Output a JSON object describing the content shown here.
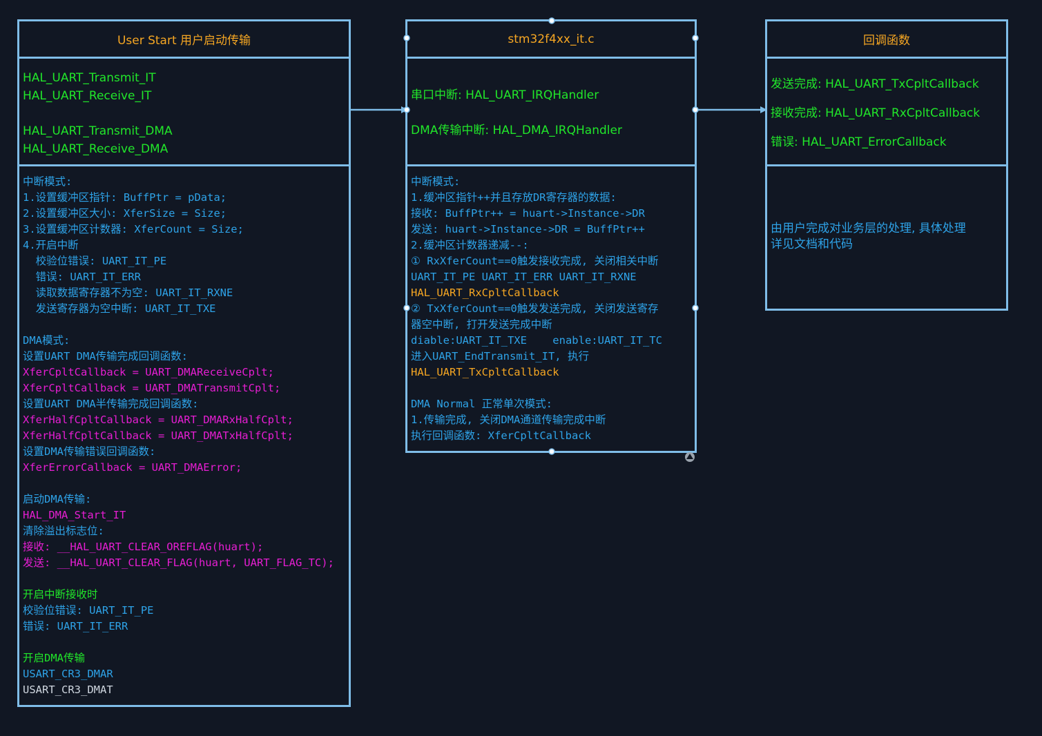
{
  "left": {
    "title": "User Start 用户启动传输",
    "functions": [
      "HAL_UART_Transmit_IT",
      "HAL_UART_Receive_IT",
      "",
      "HAL_UART_Transmit_DMA",
      "HAL_UART_Receive_DMA"
    ],
    "details": [
      {
        "text": "中断模式:",
        "c": "b"
      },
      {
        "text": "1.设置缓冲区指针: BuffPtr = pData;",
        "c": "b"
      },
      {
        "text": "2.设置缓冲区大小: XferSize = Size;",
        "c": "b"
      },
      {
        "text": "3.设置缓冲区计数器: XferCount = Size;",
        "c": "b"
      },
      {
        "text": "4.开启中断",
        "c": "b"
      },
      {
        "text": "  校验位错误: UART_IT_PE",
        "c": "b"
      },
      {
        "text": "  错误: UART_IT_ERR",
        "c": "b"
      },
      {
        "text": "  读取数据寄存器不为空: UART_IT_RXNE",
        "c": "b"
      },
      {
        "text": "  发送寄存器为空中断: UART_IT_TXE",
        "c": "b"
      },
      {
        "text": "",
        "c": "b"
      },
      {
        "text": "DMA模式:",
        "c": "b"
      },
      {
        "text": "设置UART DMA传输完成回调函数:",
        "c": "b"
      },
      {
        "text": "XferCpltCallback = UART_DMAReceiveCplt;",
        "c": "m"
      },
      {
        "text": "XferCpltCallback = UART_DMATransmitCplt;",
        "c": "m"
      },
      {
        "text": "设置UART DMA半传输完成回调函数:",
        "c": "b"
      },
      {
        "text": "XferHalfCpltCallback = UART_DMARxHalfCplt;",
        "c": "m"
      },
      {
        "text": "XferHalfCpltCallback = UART_DMATxHalfCplt;",
        "c": "m"
      },
      {
        "text": "设置DMA传输错误回调函数:",
        "c": "b"
      },
      {
        "text": "XferErrorCallback = UART_DMAError;",
        "c": "m"
      },
      {
        "text": "",
        "c": "b"
      },
      {
        "text": "启动DMA传输:",
        "c": "b"
      },
      {
        "text": "HAL_DMA_Start_IT",
        "c": "m"
      },
      {
        "text": "清除溢出标志位:",
        "c": "b"
      },
      {
        "text": "接收: __HAL_UART_CLEAR_OREFLAG(huart);",
        "c": "m"
      },
      {
        "text": "发送: __HAL_UART_CLEAR_FLAG(huart, UART_FLAG_TC);",
        "c": "m"
      },
      {
        "text": "",
        "c": "b"
      },
      {
        "text": "开启中断接收时",
        "c": "g"
      },
      {
        "text": "校验位错误: UART_IT_PE",
        "c": "b"
      },
      {
        "text": "错误: UART_IT_ERR",
        "c": "b"
      },
      {
        "text": "",
        "c": "b"
      },
      {
        "text": "开启DMA传输",
        "c": "g"
      },
      {
        "text": "USART_CR3_DMAR",
        "c": "b"
      },
      {
        "text": "USART_CR3_DMAT",
        "c": "d"
      }
    ]
  },
  "middle": {
    "title": "stm32f4xx_it.c",
    "handlers": [
      "串口中断: HAL_UART_IRQHandler",
      "",
      "DMA传输中断: HAL_DMA_IRQHandler"
    ],
    "details": [
      {
        "text": "中断模式:",
        "c": "b"
      },
      {
        "text": "1.缓冲区指针++并且存放DR寄存器的数据:",
        "c": "b"
      },
      {
        "text": "接收: BuffPtr++ = huart->Instance->DR",
        "c": "b"
      },
      {
        "text": "发送: huart->Instance->DR = BuffPtr++",
        "c": "b"
      },
      {
        "text": "2.缓冲区计数器递减--:",
        "c": "b"
      },
      {
        "text": "① RxXferCount==0触发接收完成, 关闭相关中断",
        "c": "b"
      },
      {
        "text": "UART_IT_PE UART_IT_ERR UART_IT_RXNE",
        "c": "b"
      },
      {
        "text": "HAL_UART_RxCpltCallback",
        "c": "o"
      },
      {
        "text": "② TxXferCount==0触发发送完成, 关闭发送寄存",
        "c": "b"
      },
      {
        "text": "器空中断, 打开发送完成中断",
        "c": "b"
      },
      {
        "text": "diable:UART_IT_TXE    enable:UART_IT_TC",
        "c": "b"
      },
      {
        "text": "进入UART_EndTransmit_IT, 执行",
        "c": "b"
      },
      {
        "text": "HAL_UART_TxCpltCallback",
        "c": "o"
      },
      {
        "text": "",
        "c": "b"
      },
      {
        "text": "DMA Normal 正常单次模式:",
        "c": "b"
      },
      {
        "text": "1.传输完成, 关闭DMA通道传输完成中断",
        "c": "b"
      },
      {
        "text": "执行回调函数: XferCpltCallback",
        "c": "b"
      }
    ]
  },
  "right": {
    "title": "回调函数",
    "callbacks": [
      "发送完成: HAL_UART_TxCpltCallback",
      "接收完成: HAL_UART_RxCpltCallback",
      "错误: HAL_UART_ErrorCallback"
    ],
    "details": [
      "由用户完成对业务层的处理, 具体处理",
      "详见文档和代码"
    ]
  },
  "colors": {
    "border": "#7fbde8",
    "background": "#111723",
    "title": "#f5a623",
    "green": "#21e62a",
    "blue": "#2ea3e8",
    "magenta": "#e61ed2",
    "orange": "#f5a623"
  }
}
